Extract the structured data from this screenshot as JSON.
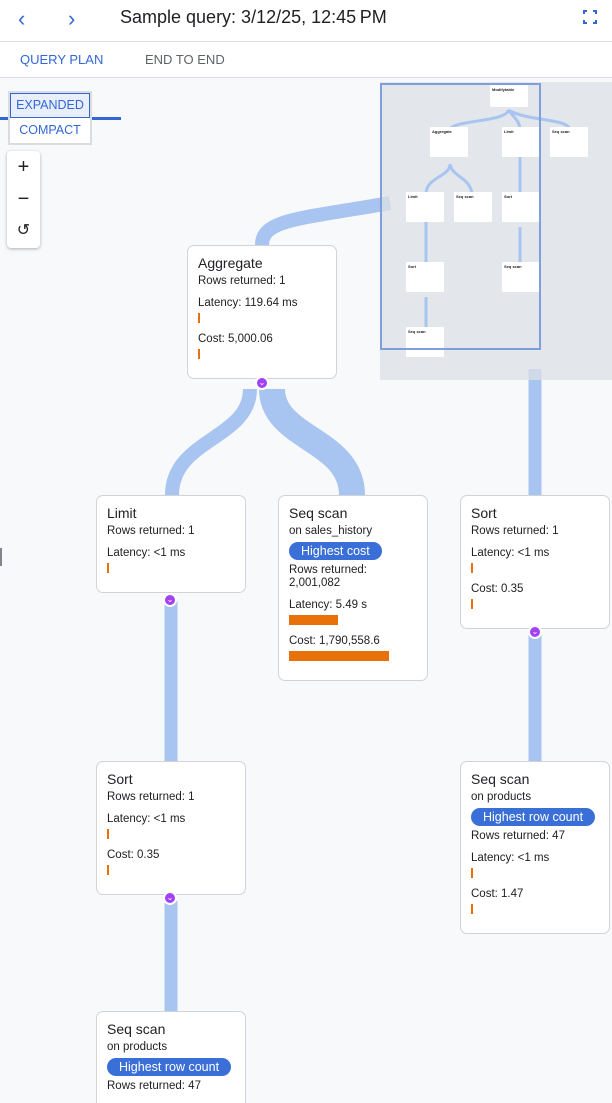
{
  "header": {
    "title": "Sample query: 3/12/25, 12:45 PM",
    "back_icon": "chevron-left-icon",
    "forward_icon": "chevron-right-icon",
    "fullscreen_icon": "fullscreen-icon"
  },
  "tabs": [
    {
      "label": "QUERY PLAN",
      "active": true
    },
    {
      "label": "END TO END",
      "active": false
    }
  ],
  "view_modes": {
    "expanded": "EXPANDED",
    "compact": "COMPACT",
    "selected": "EXPANDED"
  },
  "zoom_controls": {
    "zoom_in": "+",
    "zoom_out": "−",
    "reset": "↺"
  },
  "colors": {
    "accent": "#3367d6",
    "bar": "#e8710a",
    "link": "#a8c4f0",
    "badge": "#3a6fd8",
    "expander": "#a142f4"
  },
  "nodes": [
    {
      "id": "aggregate",
      "title": "Aggregate",
      "lines": [
        "Rows returned: 1"
      ],
      "metrics": [
        {
          "label": "Latency: 119.64 ms",
          "fraction": 0.02
        },
        {
          "label": "Cost: 5,000.06",
          "fraction": 0.02
        }
      ]
    },
    {
      "id": "limit",
      "title": "Limit",
      "lines": [
        "Rows returned: 1"
      ],
      "metrics": [
        {
          "label": "Latency: <1 ms",
          "fraction": 0.02
        }
      ]
    },
    {
      "id": "seqscan-sales",
      "title": "Seq scan",
      "on": "on sales_history",
      "badge": "Highest cost",
      "lines": [
        "Rows returned:",
        "2,001,082"
      ],
      "metrics": [
        {
          "label": "Latency: 5.49 s",
          "fraction": 0.49
        },
        {
          "label": "Cost: 1,790,558.6",
          "fraction": 1.0
        }
      ]
    },
    {
      "id": "sort-right",
      "title": "Sort",
      "lines": [
        "Rows returned: 1"
      ],
      "metrics": [
        {
          "label": "Latency: <1 ms",
          "fraction": 0.02
        },
        {
          "label": "Cost: 0.35",
          "fraction": 0.02
        }
      ]
    },
    {
      "id": "sort-left",
      "title": "Sort",
      "lines": [
        "Rows returned: 1"
      ],
      "metrics": [
        {
          "label": "Latency: <1 ms",
          "fraction": 0.02
        },
        {
          "label": "Cost: 0.35",
          "fraction": 0.02
        }
      ]
    },
    {
      "id": "seqscan-products-right",
      "title": "Seq scan",
      "on": "on products",
      "badge": "Highest row count",
      "lines": [
        "Rows returned: 47"
      ],
      "metrics": [
        {
          "label": "Latency: <1 ms",
          "fraction": 0.02
        },
        {
          "label": "Cost: 1.47",
          "fraction": 0.02
        }
      ]
    },
    {
      "id": "seqscan-products-bottom",
      "title": "Seq scan",
      "on": "on products",
      "badge": "Highest row count",
      "lines": [
        "Rows returned: 47"
      ],
      "metrics": []
    }
  ],
  "minimap": {
    "nodes": [
      "Modifytable",
      "Aggregate",
      "Limit",
      "Seq scan",
      "Limit",
      "Seq scan",
      "Sort",
      "Sort",
      "Seq scan",
      "Seq scan"
    ]
  }
}
